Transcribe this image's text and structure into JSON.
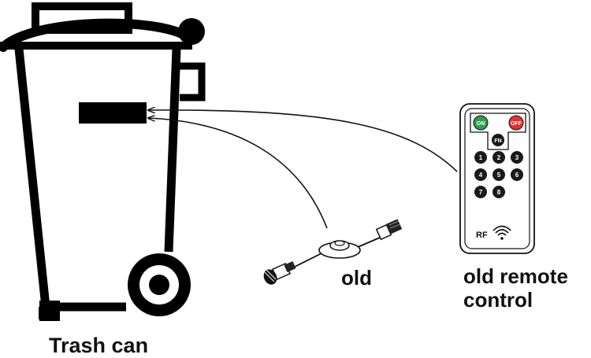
{
  "labels": {
    "trash_can": "Trash can",
    "old_device": "old",
    "old_remote_line1": "old remote",
    "old_remote_line2": "control"
  },
  "remote": {
    "on_label": "ON",
    "off_label": "OFF",
    "fn_label": "FN",
    "number_keys": [
      "1",
      "2",
      "3",
      "4",
      "5",
      "6",
      "7",
      "8"
    ],
    "rf_label": "RF",
    "colors": {
      "on": "#2f9e4c",
      "off": "#e3342f",
      "keys": "#1a1a1a",
      "body": "#ffffff"
    }
  },
  "icons": {
    "trash": "trash-can-icon",
    "switch": "inline-switch-icon",
    "remote": "remote-control-icon",
    "wireless": "wifi-signal-icon"
  }
}
